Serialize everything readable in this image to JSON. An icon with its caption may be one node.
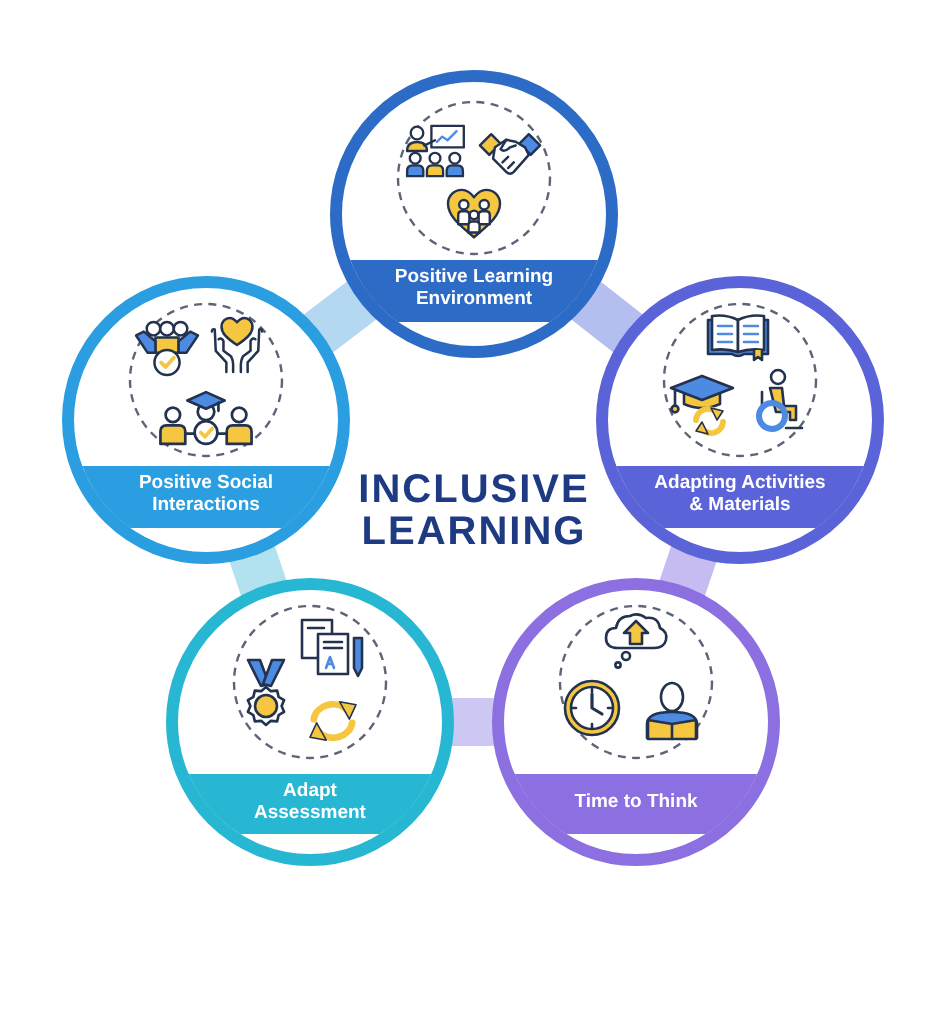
{
  "diagram": {
    "title": "INCLUSIVE LEARNING",
    "nodes": [
      {
        "text": [
          "Positive Learning Environment"
        ]
      },
      {
        "text": [
          "Positive Social Interactions"
        ]
      },
      {
        "text": [
          "Adapting Activities & Materials"
        ]
      },
      {
        "text": [
          "Adapt Assessment"
        ]
      },
      {
        "text": [
          "Time to Think"
        ]
      }
    ],
    "edges": [
      {
        "from": 0,
        "to": 1,
        "arrow": "none",
        "color": "#b5d8f2"
      },
      {
        "from": 0,
        "to": 2,
        "arrow": "none",
        "color": "#b4bff0"
      },
      {
        "from": 1,
        "to": 3,
        "arrow": "none",
        "color": "#b2e2f0"
      },
      {
        "from": 2,
        "to": 4,
        "arrow": "none",
        "color": "#c6bcf2"
      },
      {
        "from": 3,
        "to": 4,
        "arrow": "none",
        "color": "#cdc8f3"
      }
    ]
  }
}
